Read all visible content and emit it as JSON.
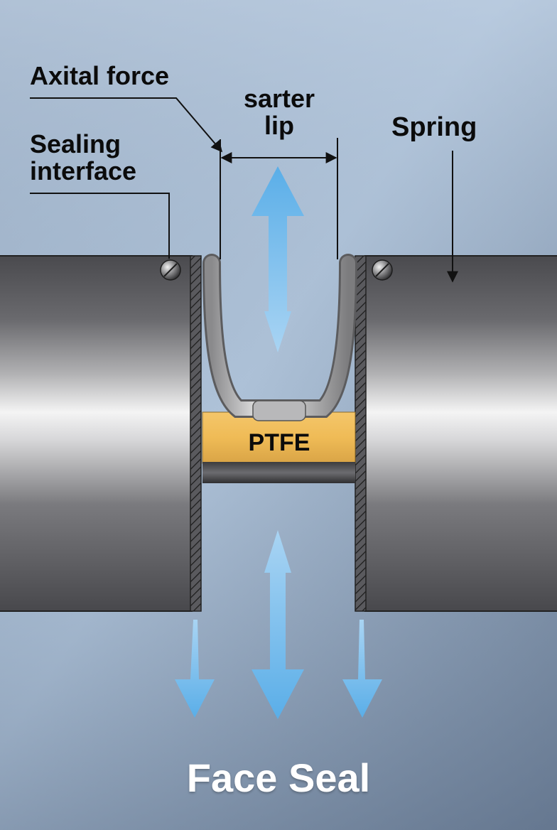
{
  "labels": {
    "axial_force": "Axital force",
    "sealing_interface_line1": "Sealing",
    "sealing_interface_line2": "interface",
    "lip_line1": "sarter",
    "lip_line2": "lip",
    "spring": "Spring",
    "ptfe": "PTFE"
  },
  "title": "Face Seal",
  "colors": {
    "background_top": "#b9cbe0",
    "background_bottom": "#6f829a",
    "metal_dark": "#3e3e42",
    "metal_light": "#e6e6e6",
    "ptfe": "#f0bc5a",
    "arrow": "#6ab6ea",
    "leader_lines": "#111111"
  },
  "icons": {
    "left_ball": "ball-bearing-icon",
    "right_ball": "ball-bearing-icon",
    "arrows": "double-headed-arrow-icon"
  }
}
